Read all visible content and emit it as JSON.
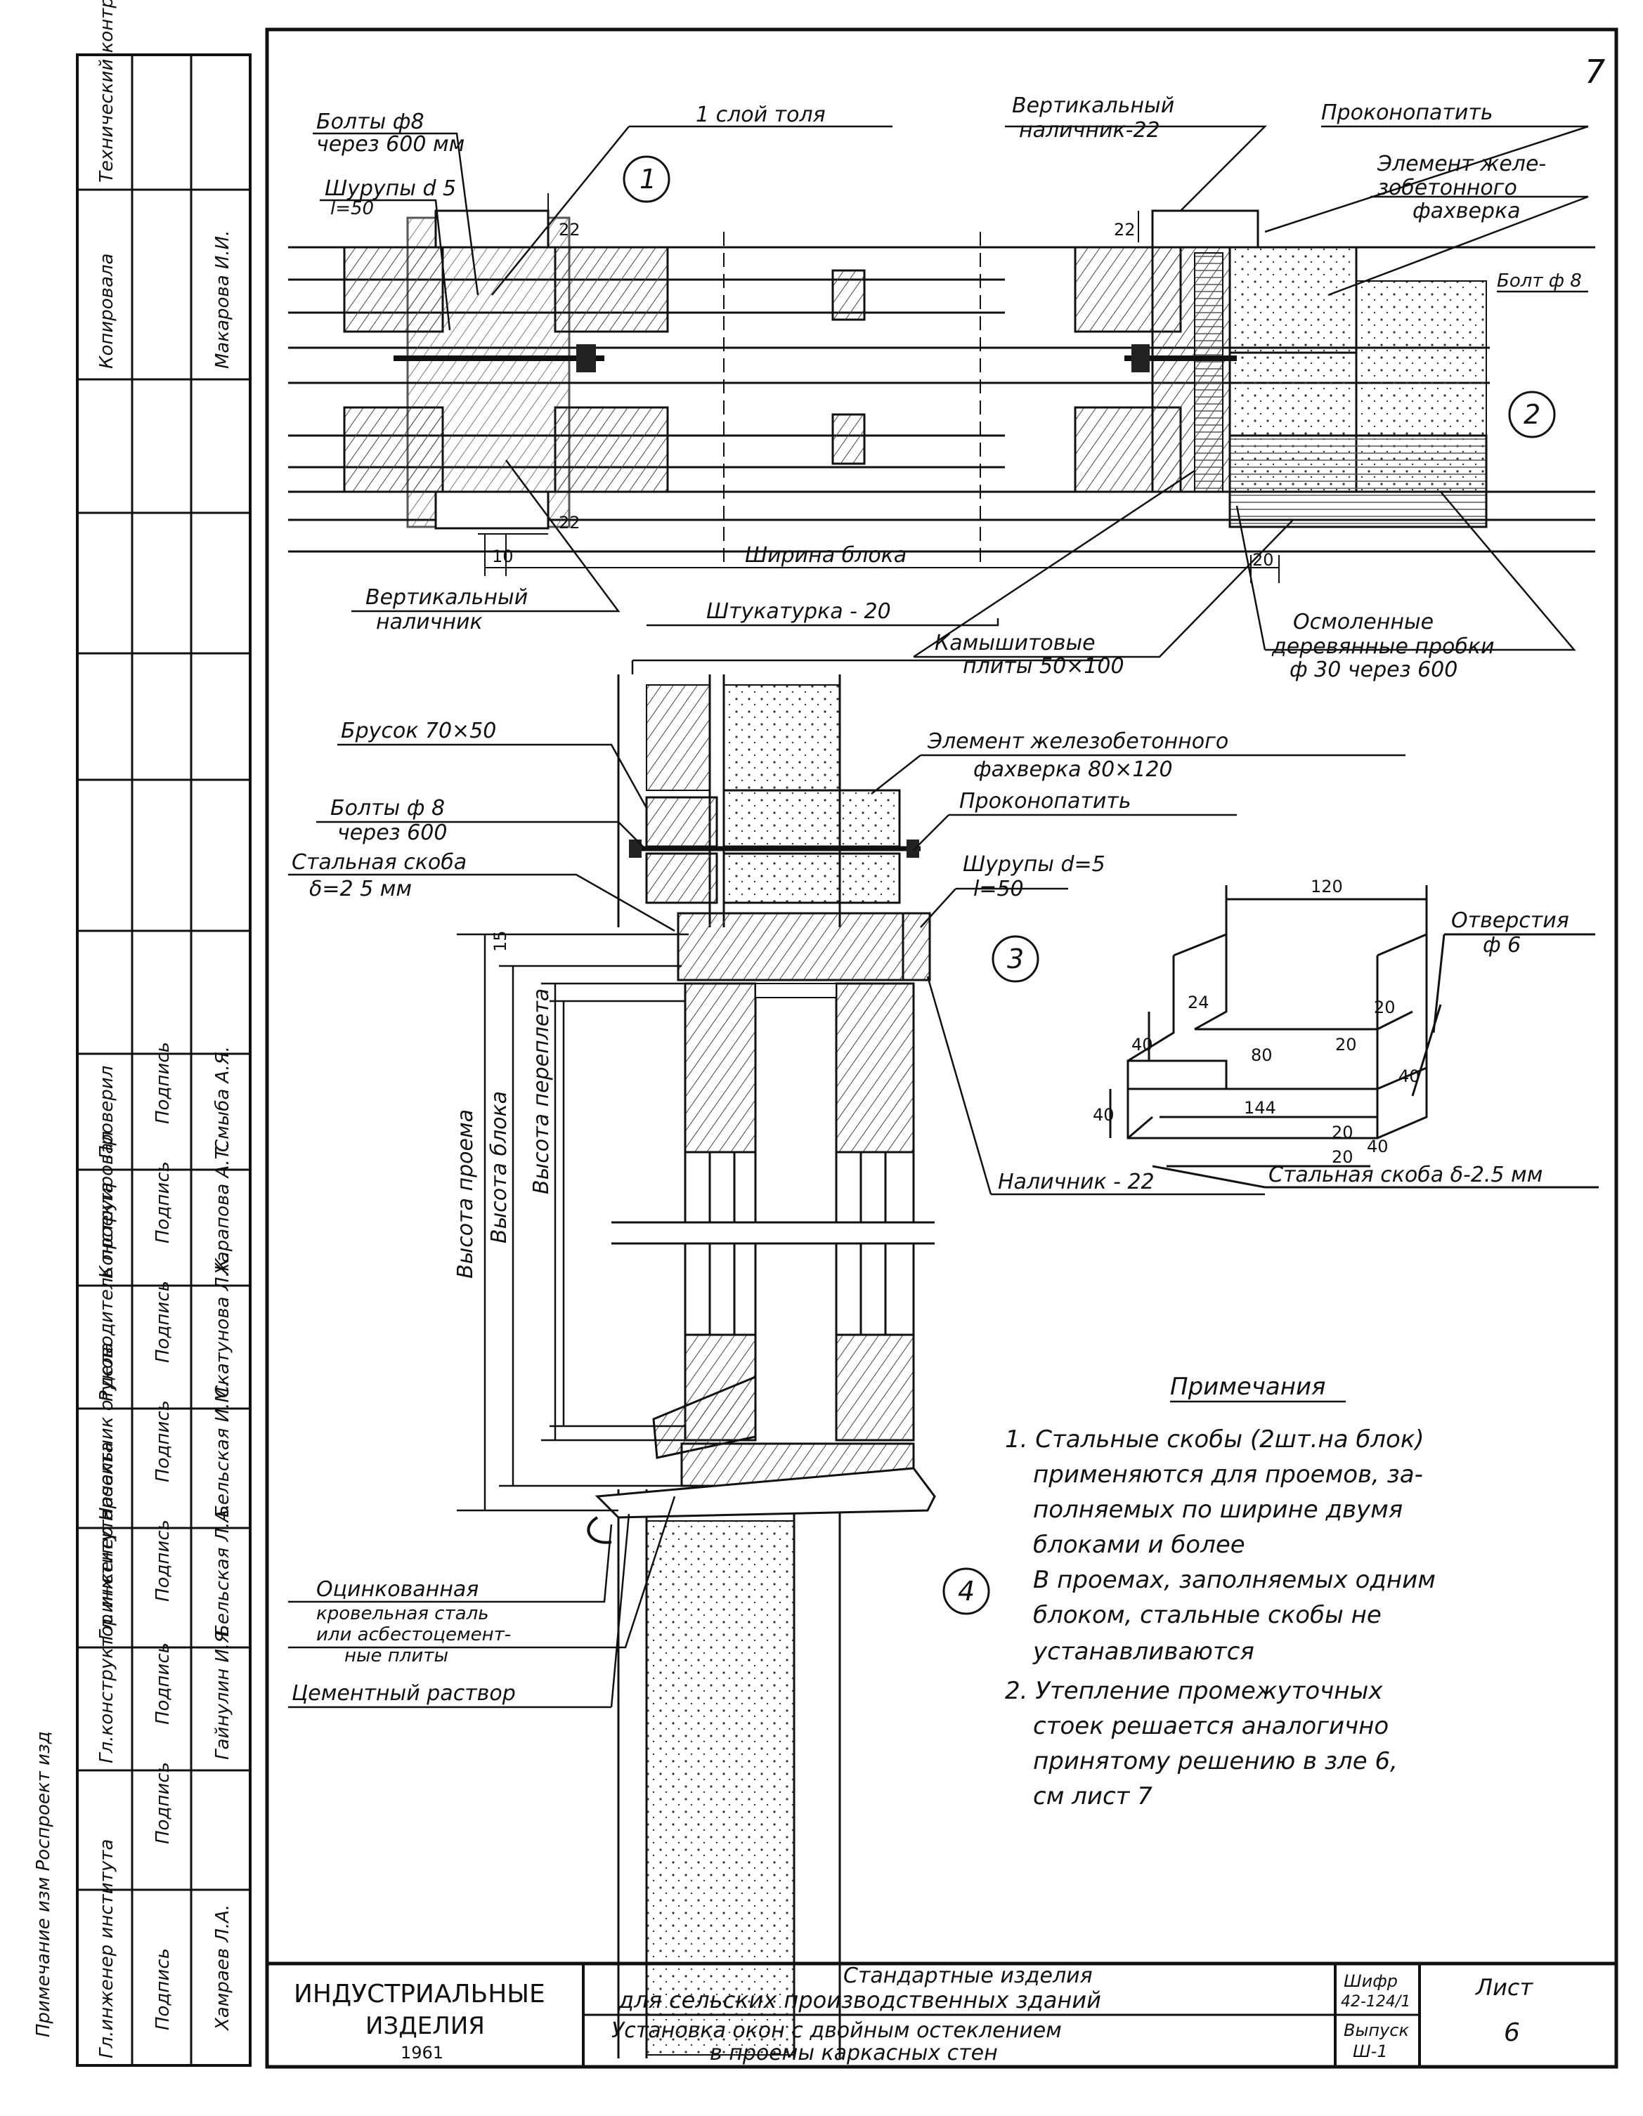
{
  "sheet_number": "7",
  "top_detail": {
    "callout_number": "1",
    "callout_number_right": "2",
    "labels": {
      "bolts_1": "Болты ф8",
      "bolts_2": "через 600 мм",
      "tar": "1 слой толя",
      "screws_1": "Шурупы d 5",
      "screws_2": "l=50",
      "vertical_trim_1": "Вертикальный",
      "vertical_trim_2": "наличник-22",
      "caulk": "Проконопатить",
      "rc_elem_1": "Элемент желе-",
      "rc_elem_2": "зобетонного",
      "rc_elem_3": "фахверка",
      "bolt_right": "Болт ф 8",
      "block_width": "Ширина блока",
      "vert_trim_bottom_1": "Вертикальный",
      "vert_trim_bottom_2": "наличник",
      "plaster": "Штукатурка - 20",
      "reed_1": "Камышитовые",
      "reed_2": "плиты 50×100",
      "plugs_1": "Осмоленные",
      "plugs_2": "деревянные пробки",
      "plugs_3": "ф 30 через 600"
    },
    "dims": {
      "d22a": "22",
      "d22b": "22",
      "d22c": "22",
      "d10": "10",
      "d20": "20"
    }
  },
  "section_detail": {
    "callout_3": "3",
    "callout_4": "4",
    "labels": {
      "bar": "Брусок 70×50",
      "rc_elem_1": "Элемент железобетонного",
      "rc_elem_2": "фахверка 80×120",
      "bolts_1": "Болты ф 8",
      "bolts_2": "через 600",
      "caulk": "Проконопатить",
      "bracket_1": "Стальная скоба",
      "bracket_2": "δ=2 5 мм",
      "screws_1": "Шурупы d=5",
      "screws_2": "l=50",
      "trim": "Наличник - 22",
      "opening_h": "Высота проема",
      "block_h": "Высота блока",
      "sash_h": "Высота переплета",
      "tin_1": "Оцинкованная",
      "tin_2": "кровельная сталь",
      "tin_3": "или асбестоцемент-",
      "tin_4": "ные плиты",
      "mortar": "Цементный раствор"
    },
    "dim15": "15"
  },
  "bracket_detail": {
    "dims": {
      "w120": "120",
      "d24": "24",
      "d40a": "40",
      "d80": "80",
      "d20a": "20",
      "d20b": "20",
      "d144": "144",
      "d40b": "40",
      "d20c": "20",
      "d20d": "20",
      "d40c": "40",
      "d40d": "40"
    },
    "holes_1": "Отверстия",
    "holes_2": "ф 6",
    "caption": "Стальная скоба δ-2.5 мм"
  },
  "notes": {
    "title": "Примечания",
    "n1": "1. Стальные скобы (2шт.на блок)",
    "n1b": "применяются для проемов, за-",
    "n1c": "полняемых по ширине двумя",
    "n1d": "блоками и более",
    "n1e": "В проемах, заполняемых одним",
    "n1f": "блоком, стальные скобы не",
    "n1g": "устанавливаются",
    "n2": "2. Утепление промежуточных",
    "n2b": "стоек решается аналогично",
    "n2c": "принятому решению в зле 6,",
    "n2d": "см лист 7"
  },
  "title_block": {
    "org_1": "ИНДУСТРИАЛЬНЫЕ",
    "org_2": "ИЗДЕЛИЯ",
    "org_3": "1961",
    "title_1": "Стандартные изделия",
    "title_2": "для сельских производственных зданий",
    "title_3": "Установка окон с двойным остеклением",
    "title_4": "в проемы каркасных стен",
    "code_1": "Шифр",
    "code_2": "42-124/1",
    "issue_1": "Выпуск",
    "issue_2": "Ш-1",
    "sheet_label": "Лист",
    "sheet_no": "6"
  },
  "side_stamp": {
    "roles": [
      "Гл.инженер института",
      "Гл.конструктор института",
      "Гл.инженер проекта",
      "Начальник отдела",
      "Руководитель проекта",
      "Конструировал",
      "Проверил",
      "Копировала",
      "Технический контроль"
    ],
    "signatures": [
      "Подпись",
      "Подпись",
      "Подпись",
      "Подпись",
      "Подпись",
      "Подпись",
      "Подпись",
      "Подпись"
    ],
    "names": [
      "Хамраев Л.А.",
      "Гайнулин И.Я.",
      "Бельская Л.А.",
      "Бельская И.М.",
      "Скатунова Л.К.",
      "Харапова А.Т.",
      "Смыба А.Я.",
      "Макарова И.И."
    ],
    "vertical_note": "Примечание   изм   Роспроект   изд"
  }
}
